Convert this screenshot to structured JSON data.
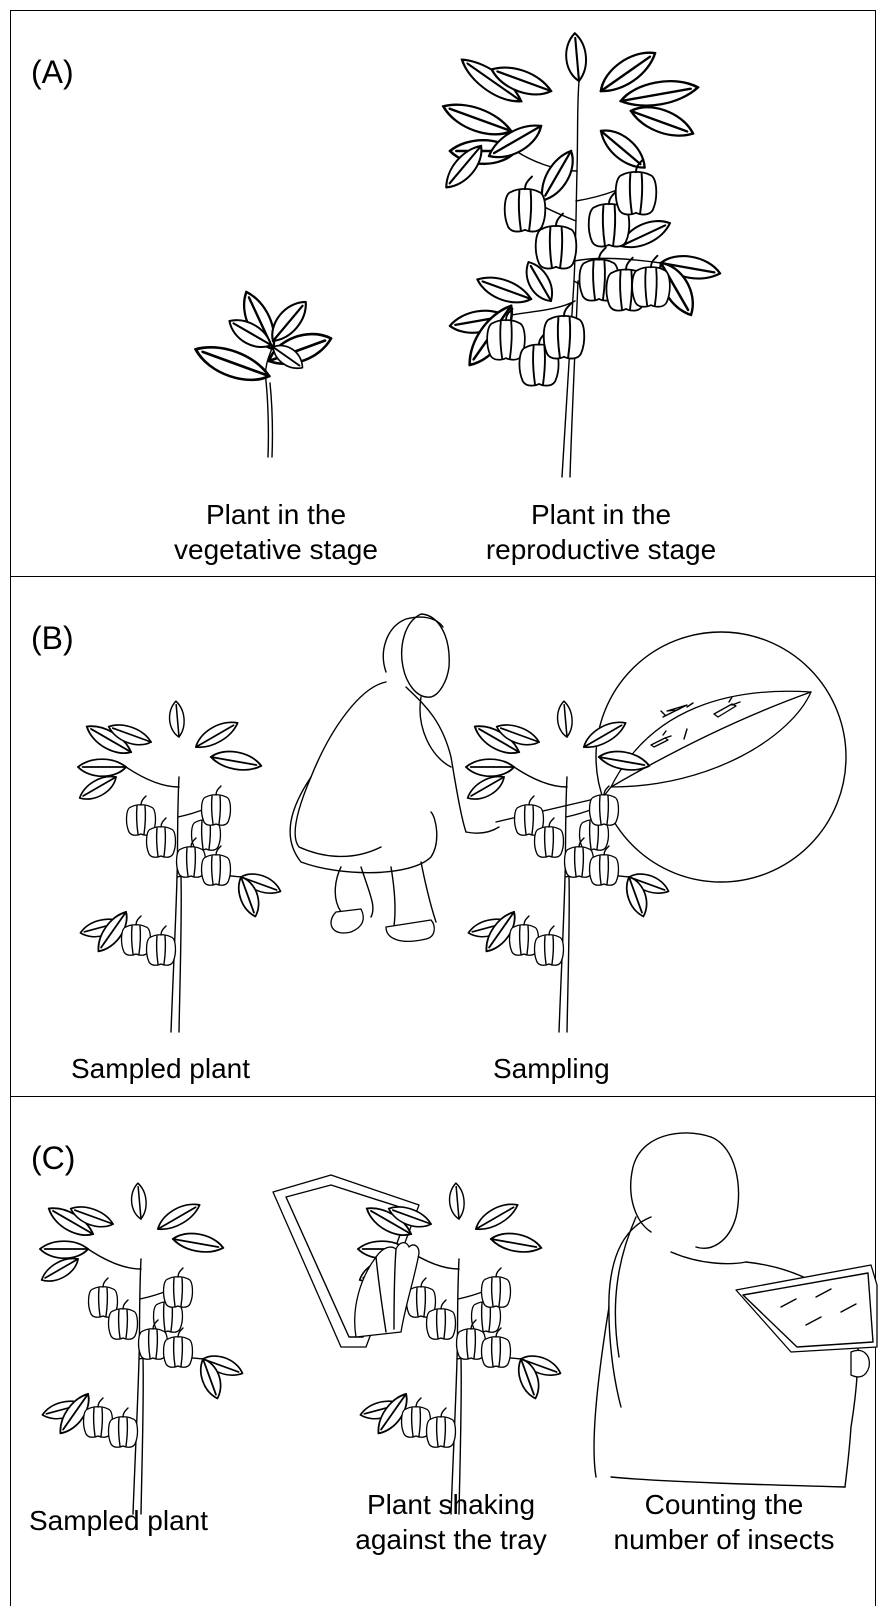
{
  "panels": {
    "a": {
      "label": "(A)",
      "captions": {
        "vegetative_line1": "Plant in the",
        "vegetative_line2": "vegetative stage",
        "reproductive_line1": "Plant in the",
        "reproductive_line2": "reproductive stage"
      }
    },
    "b": {
      "label": "(B)",
      "captions": {
        "sampled_plant": "Sampled plant",
        "sampling": "Sampling"
      }
    },
    "c": {
      "label": "(C)",
      "captions": {
        "sampled_plant": "Sampled plant",
        "shaking_line1": "Plant shaking",
        "shaking_line2": "against the tray",
        "counting_line1": "Counting the",
        "counting_line2": "number of insects"
      }
    }
  },
  "style": {
    "line_color": "#000000",
    "background": "#ffffff"
  }
}
